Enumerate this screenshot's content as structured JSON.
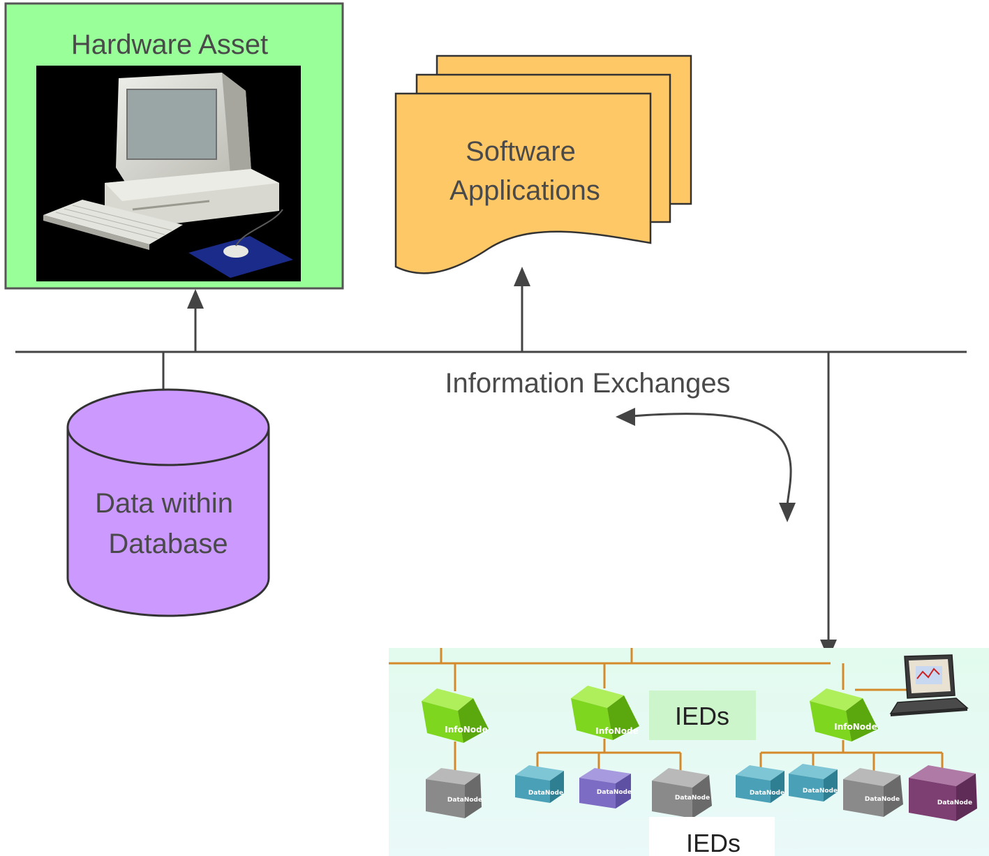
{
  "labels": {
    "hardware": "Hardware Asset",
    "software_line1": "Software",
    "software_line2": "Applications",
    "database_line1": "Data within",
    "database_line2": "Database",
    "info_exchanges": "Information Exchanges",
    "ieds_middle": "IEDs",
    "ieds_bottom": "IEDs"
  },
  "network": {
    "info_nodes": [
      "InfoNode",
      "InfoNode",
      "InfoNode"
    ],
    "data_nodes": [
      "DataNode",
      "DataNode",
      "DataNode",
      "DataNode",
      "DataNode",
      "DataNode",
      "DataNode",
      "DataNode"
    ]
  },
  "colors": {
    "hardware_bg": "#99ff99",
    "software_fill": "#ffc866",
    "database_fill": "#cc99ff",
    "network_bg": "#dff7ee",
    "bus_line": "#d48a2a",
    "infonode_green": "#7fd61e",
    "arrow": "#444444"
  },
  "icons": {
    "computer": "computer-icon",
    "laptop": "laptop-icon"
  }
}
